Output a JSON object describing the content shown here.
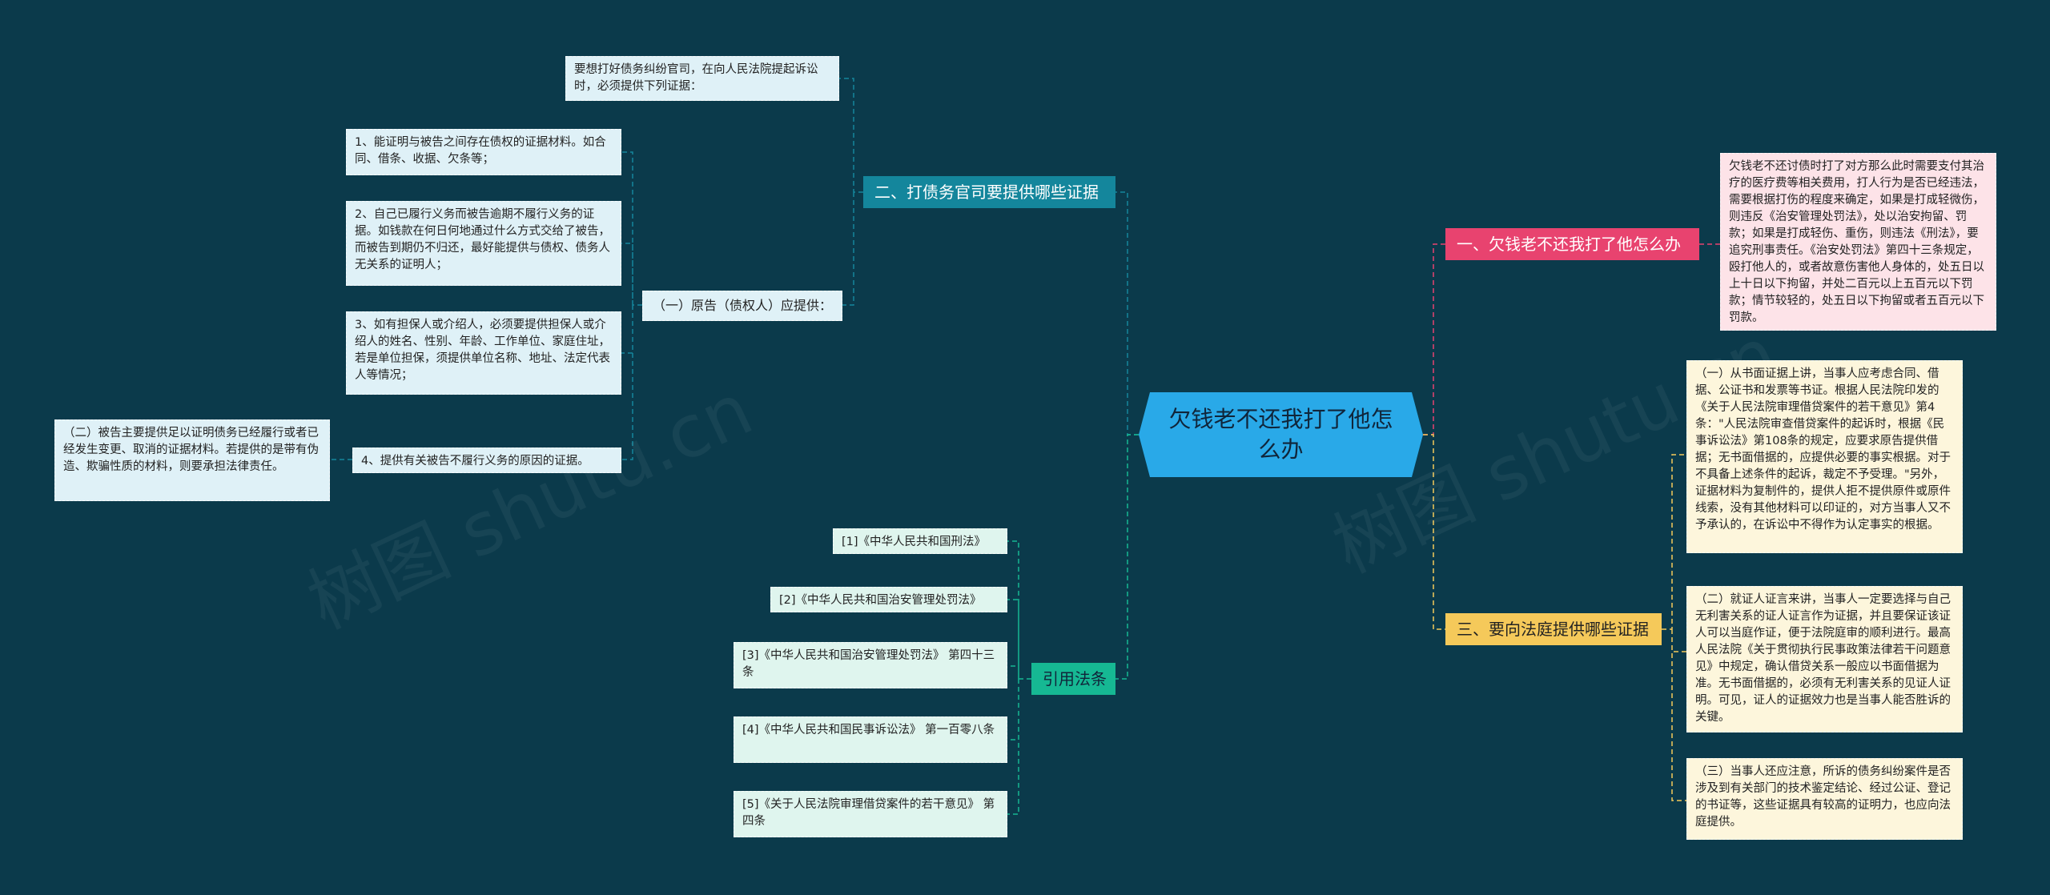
{
  "root": "欠钱老不还我打了他怎么办",
  "branches": {
    "b1": "一、欠钱老不还我打了他怎么办",
    "b2": "二、打债务官司要提供哪些证据",
    "b3": "三、要向法庭提供哪些证据",
    "b4": "引用法条"
  },
  "b1_text": "欠钱老不还讨债时打了对方那么此时需要支付其治疗的医疗费等相关费用，打人行为是否已经违法，需要根据打伤的程度来确定，如果是打成轻微伤，则违反《治安管理处罚法》，处以治安拘留、罚款；如果是打成轻伤、重伤，则违法《刑法》，要追究刑事责任。《治安处罚法》第四十三条规定，殴打他人的，或者故意伤害他人身体的，处五日以上十日以下拘留，并处二百元以上五百元以下罚款；情节较轻的，处五日以下拘留或者五百元以下罚款。",
  "b2_intro": "要想打好债务纠纷官司，在向人民法院提起诉讼时，必须提供下列证据：",
  "b2_sub": "（一）原告（债权人）应提供：",
  "b2_items": {
    "i1": "1、能证明与被告之间存在债权的证据材料。如合同、借条、收据、欠条等；",
    "i2": "2、自己已履行义务而被告逾期不履行义务的证据。如钱款在何日何地通过什么方式交给了被告，而被告到期仍不归还，最好能提供与债权、债务人无关系的证明人；",
    "i3": "3、如有担保人或介绍人，必须要提供担保人或介绍人的姓名、性别、年龄、工作单位、家庭住址，若是单位担保，须提供单位名称、地址、法定代表人等情况；",
    "i4": "4、提供有关被告不履行义务的原因的证据。"
  },
  "b2_defendant": "（二）被告主要提供足以证明债务已经履行或者已经发生变更、取消的证据材料。若提供的是带有伪造、欺骗性质的材料，则要承担法律责任。",
  "b3_items": {
    "y1": "（一）从书面证据上讲，当事人应考虑合同、借据、公证书和发票等书证。根据人民法院印发的《关于人民法院审理借贷案件的若干意见》第4条：\"人民法院审查借贷案件的起诉时，根据《民事诉讼法》第108条的规定，应要求原告提供借据；无书面借据的，应提供必要的事实根据。对于不具备上述条件的起诉，裁定不予受理。\"另外，证据材料为复制件的，提供人拒不提供原件或原件线索，没有其他材料可以印证的，对方当事人又不予承认的，在诉讼中不得作为认定事实的根据。",
    "y2": "（二）就证人证言来讲，当事人一定要选择与自己无利害关系的证人证言作为证据，并且要保证该证人可以当庭作证，便于法院庭审的顺利进行。最高人民法院《关于贯彻执行民事政策法律若干问题意见》中规定，确认借贷关系一般应以书面借据为准。无书面借据的，必须有无利害关系的见证人证明。可见，证人的证据效力也是当事人能否胜诉的关键。",
    "y3": "（三）当事人还应注意，所诉的债务纠纷案件是否涉及到有关部门的技术鉴定结论、经过公证、登记的书证等，这些证据具有较高的证明力，也应向法庭提供。"
  },
  "b4_items": {
    "l1": "[1]《中华人民共和国刑法》",
    "l2": "[2]《中华人民共和国治安管理处罚法》",
    "l3": "[3]《中华人民共和国治安管理处罚法》 第四十三条",
    "l4": "[4]《中华人民共和国民事诉讼法》 第一百零八条",
    "l5": "[5]《关于人民法院审理借贷案件的若干意见》 第四条"
  },
  "colors": {
    "background": "#0b3a4b",
    "root": "#29a9e8",
    "b1": "#e8436f",
    "b2": "#14869c",
    "b3": "#f5c95a",
    "b4": "#16b893"
  },
  "watermark": "树图 shutu.cn"
}
